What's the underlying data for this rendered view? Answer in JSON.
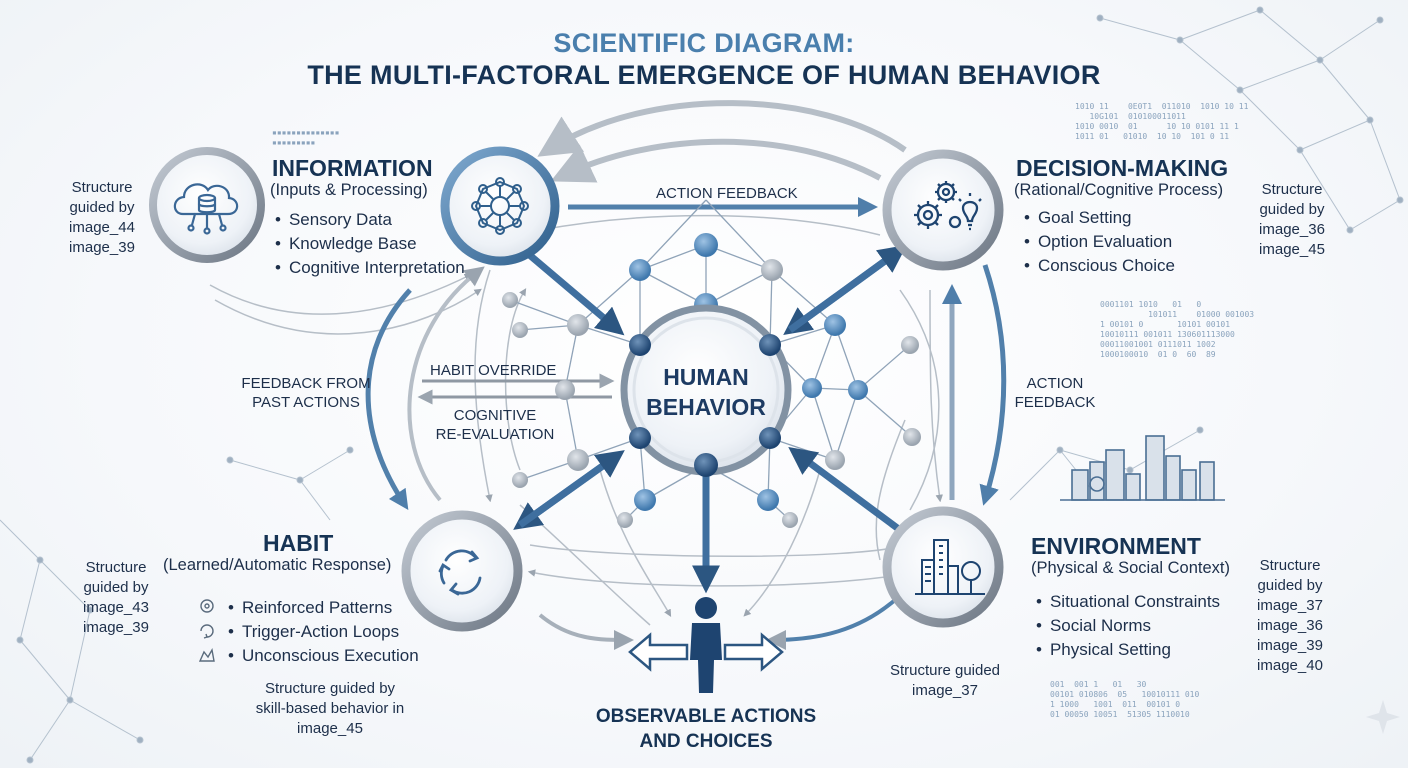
{
  "title": {
    "line1": "SCIENTIFIC DIAGRAM:",
    "line2": "THE MULTI-FACTORAL EMERGENCE OF HUMAN BEHAVIOR"
  },
  "center": {
    "line1": "HUMAN",
    "line2": "BEHAVIOR"
  },
  "information": {
    "heading": "INFORMATION",
    "subtitle": "(Inputs & Processing)",
    "bullets": [
      "Sensory Data",
      "Knowledge Base",
      "Cognitive Interpretation"
    ],
    "note": [
      "Structure",
      "guided by",
      "image_44",
      "image_39"
    ]
  },
  "decision": {
    "heading": "DECISION-MAKING",
    "subtitle": "(Rational/Cognitive Process)",
    "bullets": [
      "Goal Setting",
      "Option Evaluation",
      "Conscious Choice"
    ],
    "note": [
      "Structure",
      "guided by",
      "image_36",
      "image_45"
    ]
  },
  "habit": {
    "heading": "HABIT",
    "subtitle": "(Learned/Automatic Response)",
    "bullets": [
      "Reinforced Patterns",
      "Trigger-Action Loops",
      "Unconscious Execution"
    ],
    "note": [
      "Structure",
      "guided by",
      "image_43",
      "image_39"
    ],
    "note_bottom": [
      "Structure guided by",
      "skill-based behavior in",
      "image_45"
    ]
  },
  "environment": {
    "heading": "ENVIRONMENT",
    "subtitle": "(Physical & Social Context)",
    "bullets": [
      "Situational Constraints",
      "Social Norms",
      "Physical Setting"
    ],
    "note": [
      "Structure",
      "guided by",
      "image_37",
      "image_36",
      "image_39",
      "image_40"
    ],
    "note_bottom": [
      "Structure guided",
      "image_37"
    ]
  },
  "flows": {
    "action_feedback_top": "ACTION FEEDBACK",
    "action_feedback_right": [
      "ACTION",
      "FEEDBACK"
    ],
    "feedback_past": [
      "FEEDBACK FROM",
      "PAST ACTIONS"
    ],
    "habit_override": "HABIT OVERRIDE",
    "cognitive_reeval": [
      "COGNITIVE",
      "RE-EVALUATION"
    ]
  },
  "bottom": {
    "line1": "OBSERVABLE ACTIONS",
    "line2": "AND CHOICES"
  },
  "binary": {
    "top_left": "▪▪▪▪▪▪▪▪▪▪▪▪▪▪\n▪▪▪▪▪▪▪▪▪",
    "top_right": "1010 11    0E0T1  011010  1010 10 11\n   10G101  010100011011\n1010 0010  01      10 10 0101 11 1\n1011 01   01010  10 10  101 0 11",
    "mid_right": "0001101 1010   01   0\n          101011    01000 001003\n1 00101 0       10101 00101\n10010111 001011 130601113000\n00011001001 0111011 1002\n1000100010  01 0  60  89",
    "bottom_right": "001  001 1   01   30\n00101 010806  05   10010111 010\n1 1000   1001  011  00101 0\n01 00050 10051  51305 1110010"
  },
  "colors": {
    "navy": "#163354",
    "steel_blue": "#4a7fad",
    "arrow_blue": "#5180ab",
    "node_blue": "#5b92c4",
    "node_grey": "#aab3bd"
  },
  "icons": {
    "information": "cloud-database-icon",
    "information_network": "network-hub-icon",
    "decision": "gears-lightbulb-icon",
    "habit": "cycle-arrows-icon",
    "environment": "city-tree-icon",
    "person": "person-choice-arrows-icon"
  }
}
